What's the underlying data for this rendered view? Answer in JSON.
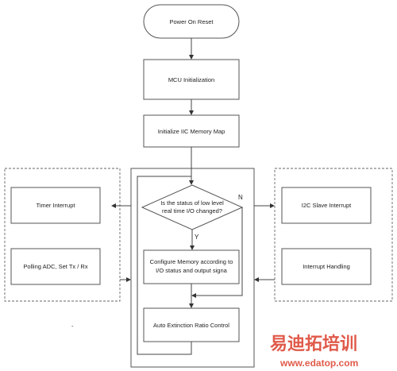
{
  "nodes": {
    "power_on_reset": "Power On Reset",
    "mcu_init": "MCU Initialization",
    "init_iic_memory_map": "Initialize IIC Memory Map",
    "decision_line1": "Is the status of low level",
    "decision_line2": "real time I/O changed?",
    "yes_label": "Y",
    "no_label": "N",
    "configure_line1": "Configure Memory according to",
    "configure_line2": "I/O status and output signa",
    "auto_extinction": "Auto Extinction Ratio Control",
    "timer_interrupt": "Timer Interrupt",
    "polling_adc": "Polling ADC, Set Tx / Rx",
    "i2c_slave_interrupt": "I2C Slave Interrupt",
    "interrupt_handling": "Interrupt Handling"
  },
  "stray_mark": "-",
  "watermark": {
    "chinese": "易迪拓培训",
    "url": "www.edatop.com",
    "color": "#e05a4a"
  }
}
